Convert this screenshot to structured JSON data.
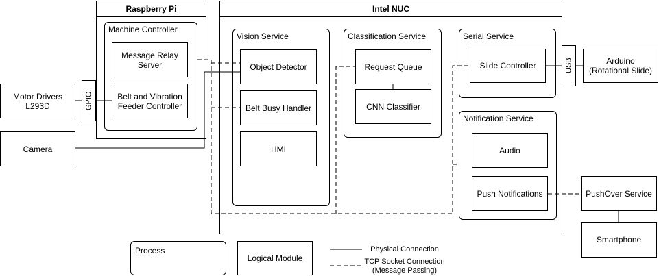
{
  "raspberry_pi": {
    "title": "Raspberry Pi",
    "machine_controller": {
      "title": "Machine Controller",
      "message_relay": "Message Relay\nServer",
      "belt_vibration": "Belt and Vibration\nFeeder Controller"
    },
    "gpio": "GPIO"
  },
  "intel_nuc": {
    "title": "Intel NUC",
    "vision_service": {
      "title": "Vision Service",
      "object_detector": "Object Detector",
      "belt_busy_handler": "Belt Busy Handler",
      "hmi": "HMI"
    },
    "classification_service": {
      "title": "Classification Service",
      "request_queue": "Request Queue",
      "cnn_classifier": "CNN Classifier"
    },
    "serial_service": {
      "title": "Serial Service",
      "slide_controller": "Slide Controller"
    },
    "notification_service": {
      "title": "Notification Service",
      "audio": "Audio",
      "push_notifications": "Push Notifications"
    },
    "usb": "USB"
  },
  "external": {
    "motor_drivers": "Motor Drivers\nL293D",
    "camera": "Camera",
    "arduino": "Arduino\n(Rotational Slide)",
    "pushover": "PushOver Service",
    "smartphone": "Smartphone"
  },
  "legend": {
    "process": "Process",
    "logical_module": "Logical Module",
    "physical_connection": "Physical Connection",
    "tcp_connection": "TCP Socket Connection\n(Message Passing)"
  }
}
